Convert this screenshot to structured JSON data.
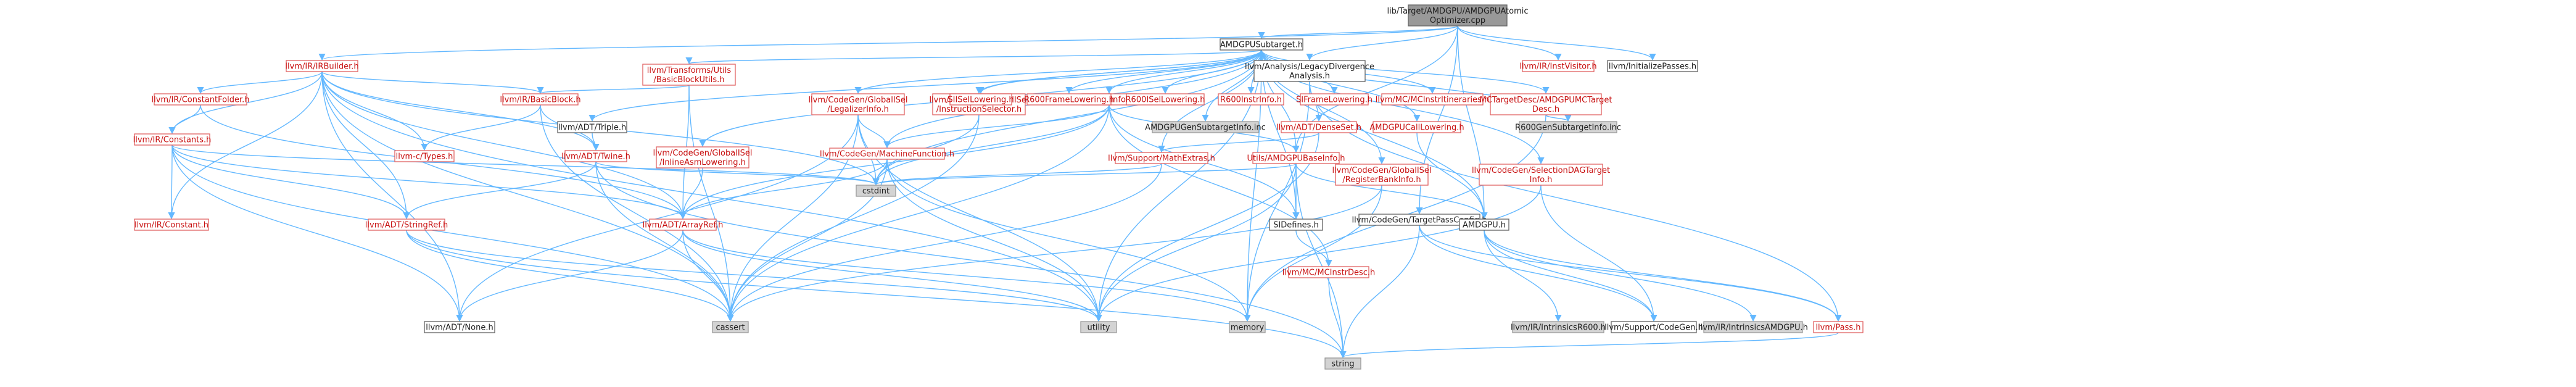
{
  "colors": {
    "node_fill": "#ffffff",
    "node_stroke_link": "#e06060",
    "node_text_link": "#c81010",
    "node_text_plain": "#202020",
    "node_stroke_plain": "#606060",
    "node_fill_external": "#d3d3d3",
    "node_stroke_external": "#999999",
    "root_fill": "#999999",
    "root_stroke": "#666666",
    "edge": "#63b8ff"
  },
  "graph": {
    "nodes": [
      {
        "id": "root",
        "kind": "root",
        "lines": [
          "lib/Target/AMDGPU/AMDGPUAtomic",
          "Optimizer.cpp"
        ]
      },
      {
        "id": "subtarget",
        "kind": "plain",
        "lines": [
          "AMDGPUSubtarget.h"
        ]
      },
      {
        "id": "irbuilder",
        "kind": "link",
        "lines": [
          "llvm/IR/IRBuilder.h"
        ]
      },
      {
        "id": "instvisitor",
        "kind": "link",
        "lines": [
          "llvm/IR/InstVisitor.h"
        ]
      },
      {
        "id": "initpasses",
        "kind": "plain",
        "lines": [
          "llvm/InitializePasses.h"
        ]
      },
      {
        "id": "legacydiv",
        "kind": "plain",
        "lines": [
          "llvm/Analysis/LegacyDivergence",
          "Analysis.h"
        ]
      },
      {
        "id": "targetpassconfig",
        "kind": "plain",
        "lines": [
          "llvm/CodeGen/TargetPassConfig.h"
        ]
      },
      {
        "id": "constantfolder",
        "kind": "link",
        "lines": [
          "llvm/IR/ConstantFolder.h"
        ]
      },
      {
        "id": "constants",
        "kind": "link",
        "lines": [
          "llvm/IR/Constants.h"
        ]
      },
      {
        "id": "constant",
        "kind": "link",
        "lines": [
          "llvm/IR/Constant.h"
        ]
      },
      {
        "id": "stringref",
        "kind": "link",
        "lines": [
          "llvm/ADT/StringRef.h"
        ]
      },
      {
        "id": "none",
        "kind": "plain",
        "lines": [
          "llvm/ADT/None.h"
        ]
      },
      {
        "id": "basicblock",
        "kind": "link",
        "lines": [
          "llvm/IR/BasicBlock.h"
        ]
      },
      {
        "id": "ctypes",
        "kind": "link",
        "lines": [
          "llvm-c/Types.h"
        ]
      },
      {
        "id": "twine",
        "kind": "link",
        "lines": [
          "llvm/ADT/Twine.h"
        ]
      },
      {
        "id": "arrayref",
        "kind": "link",
        "lines": [
          "llvm/ADT/ArrayRef.h"
        ]
      },
      {
        "id": "bbutils",
        "kind": "link",
        "lines": [
          "llvm/Transforms/Utils",
          "/BasicBlockUtils.h"
        ]
      },
      {
        "id": "triple",
        "kind": "plain",
        "lines": [
          "llvm/ADT/Triple.h"
        ]
      },
      {
        "id": "inlineasm",
        "kind": "link",
        "lines": [
          "llvm/CodeGen/GlobalISel",
          "/InlineAsmLowering.h"
        ]
      },
      {
        "id": "legalizerinfo",
        "kind": "link",
        "lines": [
          "llvm/CodeGen/GlobalISel",
          "/LegalizerInfo.h"
        ]
      },
      {
        "id": "machinefunction",
        "kind": "link",
        "lines": [
          "llvm/CodeGen/MachineFunction.h"
        ]
      },
      {
        "id": "instrselector",
        "kind": "link",
        "lines": [
          "llvm/CodeGen/GlobalISel",
          "/InstructionSelector.h"
        ]
      },
      {
        "id": "siisellowering",
        "kind": "link",
        "lines": [
          "SIISelLowering.h"
        ]
      },
      {
        "id": "siinstrinfo",
        "kind": "link",
        "lines": [
          "SIInstrInfo.h"
        ]
      },
      {
        "id": "mathextras",
        "kind": "link",
        "lines": [
          "llvm/Support/MathExtras.h"
        ]
      },
      {
        "id": "r600framelowering",
        "kind": "link",
        "lines": [
          "R600FrameLowering.h"
        ]
      },
      {
        "id": "r600isellowering",
        "kind": "link",
        "lines": [
          "R600ISelLowering.h"
        ]
      },
      {
        "id": "r600instrinfo",
        "kind": "link",
        "lines": [
          "R600InstrInfo.h"
        ]
      },
      {
        "id": "siframelowering",
        "kind": "link",
        "lines": [
          "SIFrameLowering.h"
        ]
      },
      {
        "id": "mcinstrinfo",
        "kind": "link",
        "lines": [
          "llvm/MC/MCInstrItineraries.h"
        ]
      },
      {
        "id": "mctargetdesc",
        "kind": "link",
        "lines": [
          "MCTargetDesc/AMDGPUMCTarget",
          "Desc.h"
        ]
      },
      {
        "id": "gensubtargetinfo",
        "kind": "external",
        "lines": [
          "AMDGPUGenSubtargetInfo.inc"
        ]
      },
      {
        "id": "r600gensubtargetinfo",
        "kind": "external",
        "lines": [
          "R600GenSubtargetInfo.inc"
        ]
      },
      {
        "id": "densetset",
        "kind": "link",
        "lines": [
          "llvm/ADT/DenseSet.h"
        ]
      },
      {
        "id": "amdgpucalllowering",
        "kind": "link",
        "lines": [
          "AMDGPUCallLowering.h"
        ]
      },
      {
        "id": "baseinfo",
        "kind": "link",
        "lines": [
          "Utils/AMDGPUBaseInfo.h"
        ]
      },
      {
        "id": "sdagtargetinfo",
        "kind": "link",
        "lines": [
          "llvm/CodeGen/SelectionDAGTarget",
          "Info.h"
        ]
      },
      {
        "id": "registerbankinfo",
        "kind": "link",
        "lines": [
          "llvm/CodeGen/GlobalISel",
          "/RegisterBankInfo.h"
        ]
      },
      {
        "id": "sidefines",
        "kind": "plain",
        "lines": [
          "SIDefines.h"
        ]
      },
      {
        "id": "amdgpuh",
        "kind": "plain",
        "lines": [
          "AMDGPU.h"
        ]
      },
      {
        "id": "mcinstrdesc",
        "kind": "link",
        "lines": [
          "llvm/MC/MCInstrDesc.h"
        ]
      },
      {
        "id": "cstdint",
        "kind": "external",
        "lines": [
          "cstdint"
        ]
      },
      {
        "id": "cassert",
        "kind": "external",
        "lines": [
          "cassert"
        ]
      },
      {
        "id": "utility",
        "kind": "external",
        "lines": [
          "utility"
        ]
      },
      {
        "id": "memory",
        "kind": "external",
        "lines": [
          "memory"
        ]
      },
      {
        "id": "string",
        "kind": "external",
        "lines": [
          "string"
        ]
      },
      {
        "id": "intrinsicsr600",
        "kind": "external",
        "lines": [
          "llvm/IR/IntrinsicsR600.h"
        ]
      },
      {
        "id": "supportcodegen",
        "kind": "plain",
        "lines": [
          "llvm/Support/CodeGen.h"
        ]
      },
      {
        "id": "intrinsicsamdgpu",
        "kind": "external",
        "lines": [
          "llvm/IR/IntrinsicsAMDGPU.h"
        ]
      },
      {
        "id": "pass",
        "kind": "link",
        "lines": [
          "llvm/Pass.h"
        ]
      }
    ],
    "edges": [
      [
        "root",
        "subtarget"
      ],
      [
        "root",
        "irbuilder"
      ],
      [
        "root",
        "instvisitor"
      ],
      [
        "root",
        "initpasses"
      ],
      [
        "root",
        "legacydiv"
      ],
      [
        "root",
        "targetpassconfig"
      ],
      [
        "root",
        "amdgpuh"
      ],
      [
        "root",
        "baseinfo"
      ],
      [
        "subtarget",
        "bbutils"
      ],
      [
        "subtarget",
        "triple"
      ],
      [
        "subtarget",
        "inlineasm"
      ],
      [
        "subtarget",
        "legalizerinfo"
      ],
      [
        "subtarget",
        "machinefunction"
      ],
      [
        "subtarget",
        "instrselector"
      ],
      [
        "subtarget",
        "siisellowering"
      ],
      [
        "subtarget",
        "siinstrinfo"
      ],
      [
        "subtarget",
        "mathextras"
      ],
      [
        "subtarget",
        "r600framelowering"
      ],
      [
        "subtarget",
        "r600isellowering"
      ],
      [
        "subtarget",
        "r600instrinfo"
      ],
      [
        "subtarget",
        "siframelowering"
      ],
      [
        "subtarget",
        "mcinstrinfo"
      ],
      [
        "subtarget",
        "mctargetdesc"
      ],
      [
        "subtarget",
        "gensubtargetinfo"
      ],
      [
        "subtarget",
        "r600gensubtargetinfo"
      ],
      [
        "subtarget",
        "amdgpucalllowering"
      ],
      [
        "subtarget",
        "sdagtargetinfo"
      ],
      [
        "subtarget",
        "registerbankinfo"
      ],
      [
        "subtarget",
        "sidefines"
      ],
      [
        "subtarget",
        "amdgpuh"
      ],
      [
        "subtarget",
        "cstdint"
      ],
      [
        "subtarget",
        "utility"
      ],
      [
        "subtarget",
        "memory"
      ],
      [
        "subtarget",
        "baseinfo"
      ],
      [
        "irbuilder",
        "constantfolder"
      ],
      [
        "irbuilder",
        "constants"
      ],
      [
        "irbuilder",
        "constant"
      ],
      [
        "irbuilder",
        "basicblock"
      ],
      [
        "irbuilder",
        "ctypes"
      ],
      [
        "irbuilder",
        "twine"
      ],
      [
        "irbuilder",
        "arrayref"
      ],
      [
        "irbuilder",
        "stringref"
      ],
      [
        "irbuilder",
        "none"
      ],
      [
        "irbuilder",
        "cassert"
      ],
      [
        "irbuilder",
        "cstdint"
      ],
      [
        "irbuilder",
        "utility"
      ],
      [
        "constantfolder",
        "constants"
      ],
      [
        "constantfolder",
        "arrayref"
      ],
      [
        "constants",
        "constant"
      ],
      [
        "constants",
        "stringref"
      ],
      [
        "constants",
        "arrayref"
      ],
      [
        "constants",
        "none"
      ],
      [
        "constants",
        "cassert"
      ],
      [
        "constants",
        "cstdint"
      ],
      [
        "basicblock",
        "ctypes"
      ],
      [
        "basicblock",
        "twine"
      ],
      [
        "basicblock",
        "cassert"
      ],
      [
        "twine",
        "stringref"
      ],
      [
        "twine",
        "cassert"
      ],
      [
        "twine",
        "cstdint"
      ],
      [
        "twine",
        "string"
      ],
      [
        "stringref",
        "cassert"
      ],
      [
        "stringref",
        "string"
      ],
      [
        "stringref",
        "utility"
      ],
      [
        "arrayref",
        "none"
      ],
      [
        "arrayref",
        "cassert"
      ],
      [
        "arrayref",
        "memory"
      ],
      [
        "arrayref",
        "utility"
      ],
      [
        "bbutils",
        "basicblock"
      ],
      [
        "bbutils",
        "arrayref"
      ],
      [
        "bbutils",
        "cassert"
      ],
      [
        "triple",
        "twine"
      ],
      [
        "inlineasm",
        "arrayref"
      ],
      [
        "legalizerinfo",
        "machinefunction"
      ],
      [
        "legalizerinfo",
        "cassert"
      ],
      [
        "legalizerinfo",
        "cstdint"
      ],
      [
        "legalizerinfo",
        "utility"
      ],
      [
        "legalizerinfo",
        "none"
      ],
      [
        "machinefunction",
        "arrayref"
      ],
      [
        "machinefunction",
        "cassert"
      ],
      [
        "machinefunction",
        "cstdint"
      ],
      [
        "machinefunction",
        "memory"
      ],
      [
        "machinefunction",
        "utility"
      ],
      [
        "instrselector",
        "cstdint"
      ],
      [
        "instrselector",
        "cassert"
      ],
      [
        "siisellowering",
        "siinstrinfo"
      ],
      [
        "siinstrinfo",
        "arrayref"
      ],
      [
        "siinstrinfo",
        "machinefunction"
      ],
      [
        "siinstrinfo",
        "baseinfo"
      ],
      [
        "siinstrinfo",
        "sidefines"
      ],
      [
        "siinstrinfo",
        "mcinstrdesc"
      ],
      [
        "siinstrinfo",
        "cstdint"
      ],
      [
        "siinstrinfo",
        "cassert"
      ],
      [
        "mathextras",
        "cassert"
      ],
      [
        "mathextras",
        "cstdint"
      ],
      [
        "mctargetdesc",
        "memory"
      ],
      [
        "mctargetdesc",
        "r600gensubtargetinfo"
      ],
      [
        "densetset",
        "mathextras"
      ],
      [
        "densetset",
        "utility"
      ],
      [
        "legacydiv",
        "densetset"
      ],
      [
        "legacydiv",
        "pass"
      ],
      [
        "legacydiv",
        "memory"
      ],
      [
        "amdgpucalllowering",
        "amdgpuh"
      ],
      [
        "baseinfo",
        "sidefines"
      ],
      [
        "baseinfo",
        "amdgpuh"
      ],
      [
        "baseinfo",
        "utility"
      ],
      [
        "baseinfo",
        "cstdint"
      ],
      [
        "baseinfo",
        "string"
      ],
      [
        "sdagtargetinfo",
        "supportcodegen"
      ],
      [
        "sdagtargetinfo",
        "utility"
      ],
      [
        "registerbankinfo",
        "memory"
      ],
      [
        "registerbankinfo",
        "cassert"
      ],
      [
        "sidefines",
        "mcinstrdesc"
      ],
      [
        "amdgpuh",
        "intrinsicsr600"
      ],
      [
        "amdgpuh",
        "supportcodegen"
      ],
      [
        "amdgpuh",
        "intrinsicsamdgpu"
      ],
      [
        "amdgpuh",
        "pass"
      ],
      [
        "mcinstrdesc",
        "string"
      ],
      [
        "targetpassconfig",
        "pass"
      ],
      [
        "targetpassconfig",
        "supportcodegen"
      ],
      [
        "targetpassconfig",
        "string"
      ],
      [
        "pass",
        "string"
      ]
    ]
  }
}
